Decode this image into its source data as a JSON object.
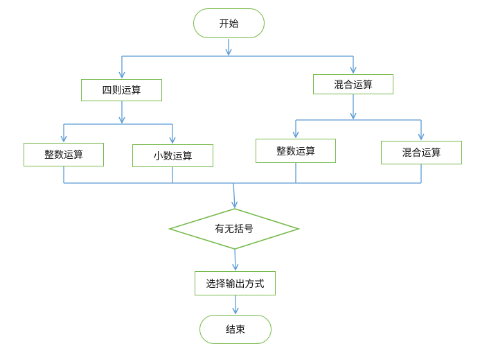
{
  "nodes": {
    "start": "开始",
    "four_ops": "四则运算",
    "mixed_ops": "混合运算",
    "integer_ops_left": "整数运算",
    "decimal_ops": "小数运算",
    "integer_ops_right": "整数运算",
    "mixed_ops_right": "混合运算",
    "has_parentheses": "有无括号",
    "choose_output": "选择输出方式",
    "end": "结束"
  },
  "colors": {
    "node_border": "#77b94a",
    "connector": "#5b9bd5"
  }
}
